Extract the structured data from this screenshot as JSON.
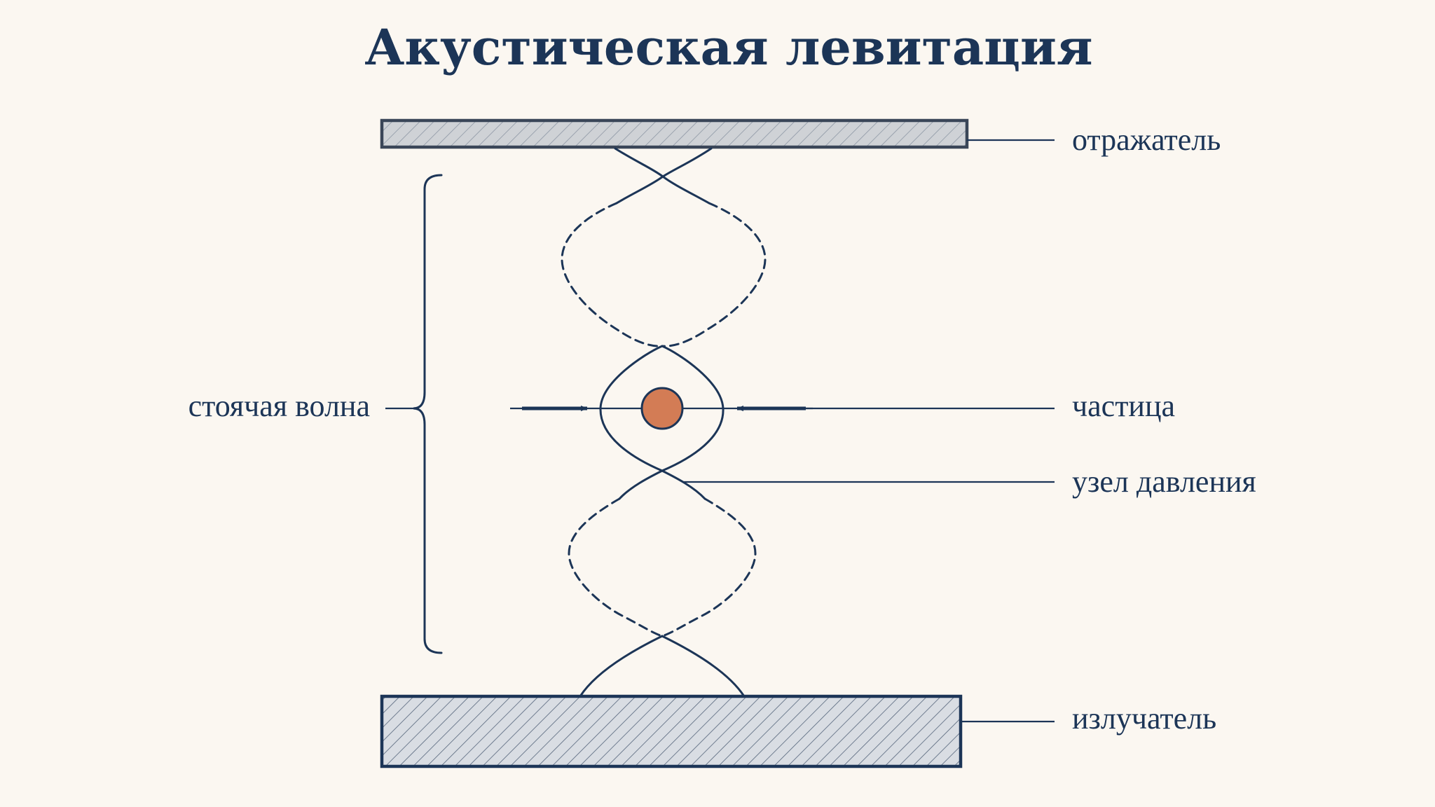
{
  "title": "Акустическая левитация",
  "labels": {
    "reflector": "отражатель",
    "particle": "частица",
    "pressure_node": "узел давления",
    "emitter": "излучатель",
    "standing_wave": "стоячая волна"
  },
  "colors": {
    "background": "#fbf7f1",
    "ink": "#1c3557",
    "plate_fill": "#cfd2d6",
    "particle_fill": "#d37c55"
  }
}
